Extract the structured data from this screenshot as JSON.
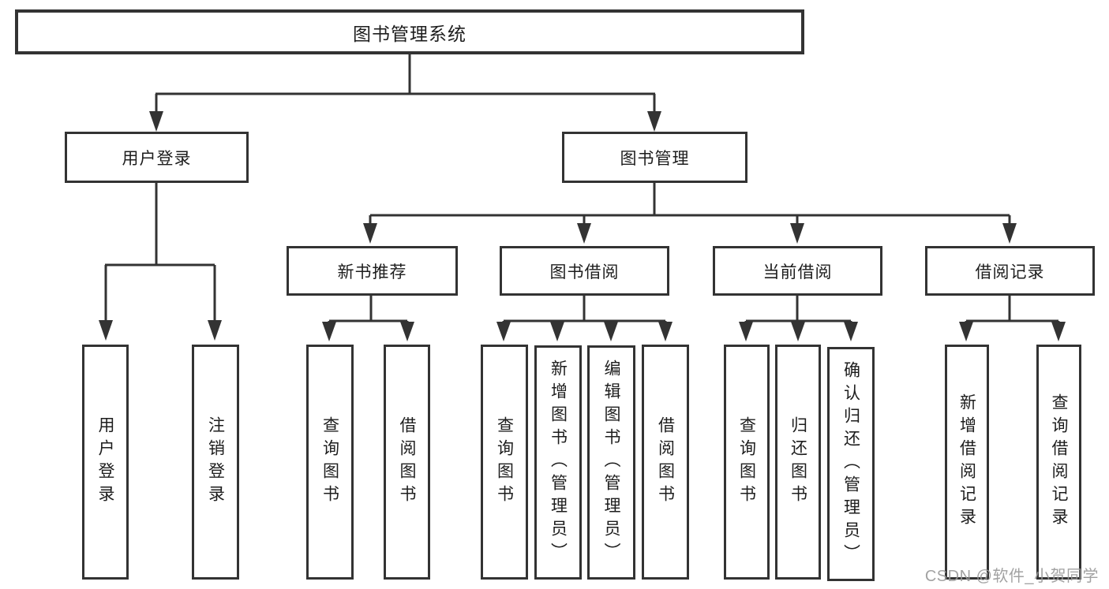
{
  "diagram": {
    "title": "图书管理系统",
    "level2": [
      {
        "label": "用户登录"
      },
      {
        "label": "图书管理"
      }
    ],
    "level3": [
      {
        "label": "新书推荐"
      },
      {
        "label": "图书借阅"
      },
      {
        "label": "当前借阅"
      },
      {
        "label": "借阅记录"
      }
    ],
    "leaves": {
      "login": [
        "用户登录",
        "注销登录"
      ],
      "recommend": [
        "查询图书",
        "借阅图书"
      ],
      "borrow": [
        "查询图书",
        "新增图书（管理员）",
        "编辑图书（管理员）",
        "借阅图书"
      ],
      "current": [
        "查询图书",
        "归还图书",
        "确认归还（管理员）"
      ],
      "records": [
        "新增借阅记录",
        "查询借阅记录"
      ]
    },
    "colors": {
      "line": "#333333",
      "text": "#1d1d1d",
      "background": "#ffffff",
      "watermark": "#989898"
    }
  },
  "watermark": "CSDN @软件_小贺同学"
}
